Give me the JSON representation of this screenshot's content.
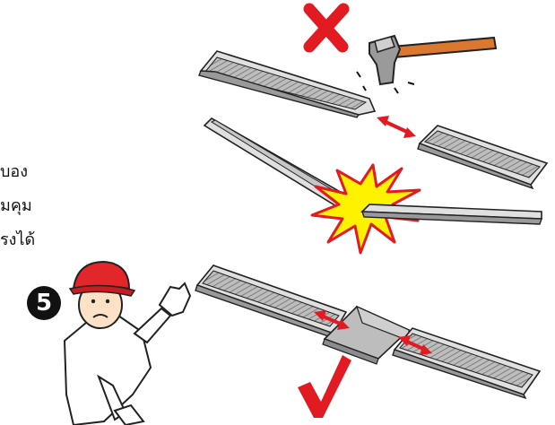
{
  "text_lines": [
    "บอง",
    "มคุม",
    "รงได้"
  ],
  "step_number": "5",
  "icons": [
    "wrong-cross-icon",
    "hammer-icon",
    "impact-burst-icon",
    "correct-check-icon",
    "double-arrow-icon",
    "worker-figure"
  ],
  "colors": {
    "cross_red": "#e21a22",
    "check_red": "#e21a22",
    "arrow_red": "#e21a22",
    "burst_yellow": "#fff200",
    "burst_outline": "#e21a22",
    "helmet_red": "#e3262a",
    "hammer_handle": "#d9782e",
    "metal_light": "#d9d9d9",
    "metal_dark": "#8c8c8c"
  }
}
